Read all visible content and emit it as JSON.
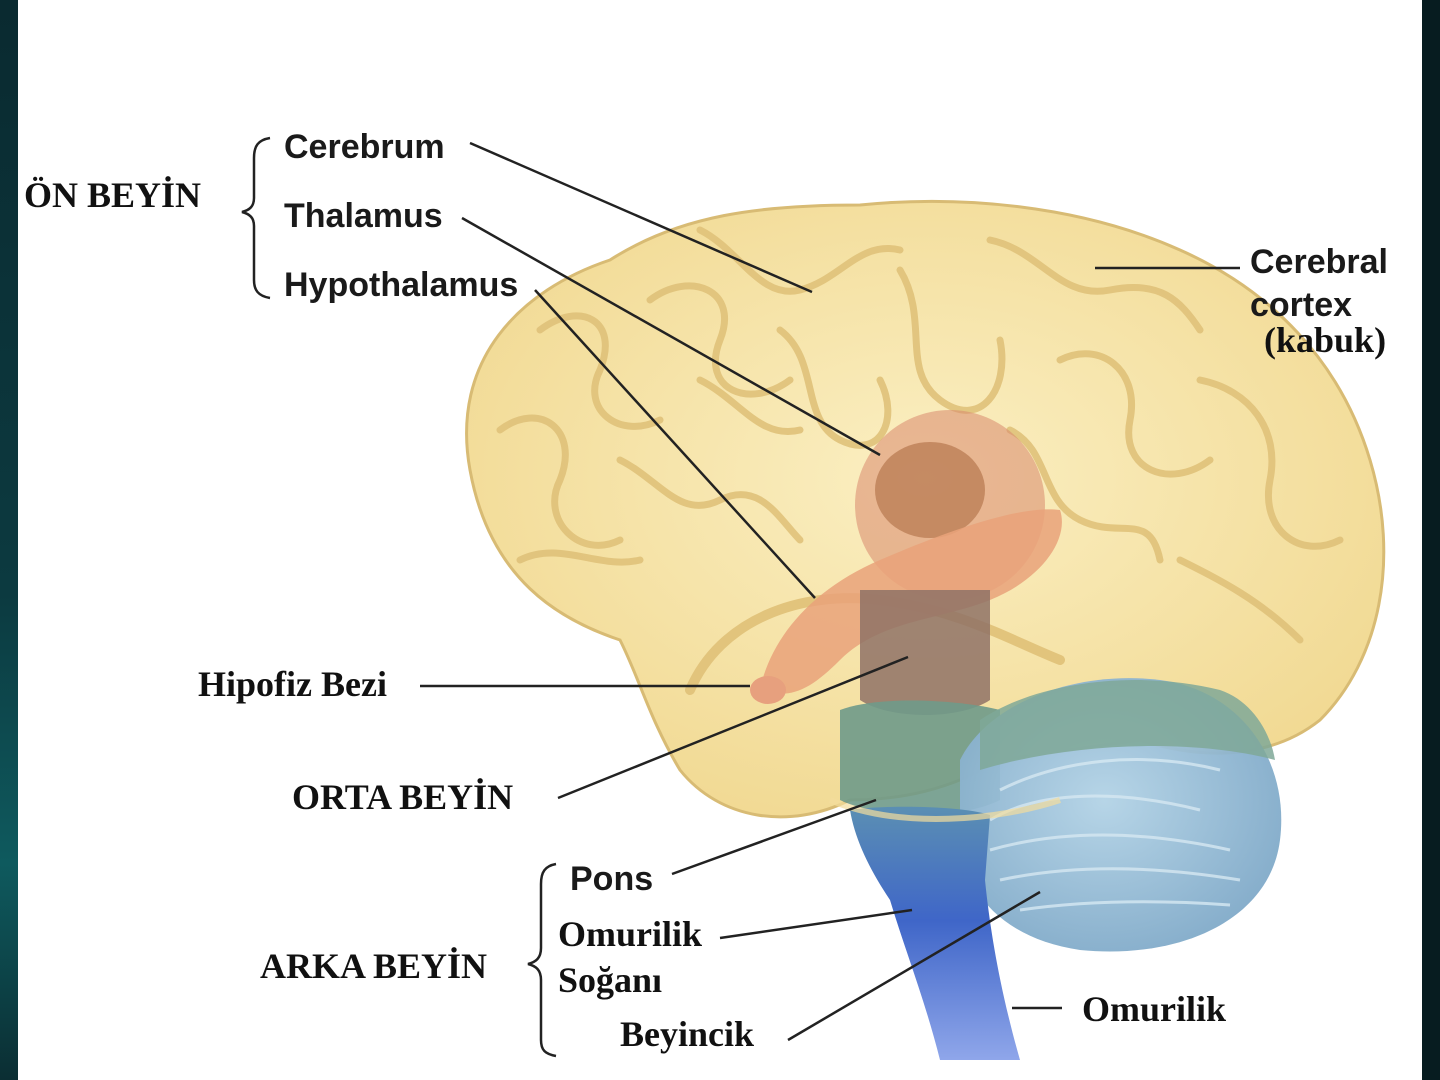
{
  "groups": {
    "forebrain": "ÖN BEYİN",
    "midbrain": "ORTA BEYİN",
    "hindbrain": "ARKA BEYİN"
  },
  "labels": {
    "cerebrum": "Cerebrum",
    "thalamus": "Thalamus",
    "hypothalamus": "Hypothalamus",
    "cortex_line1": "Cerebral",
    "cortex_line2": "cortex",
    "cortex_line3": "(kabuk)",
    "pituitary": "Hipofiz Bezi",
    "pons": "Pons",
    "medulla_line1": "Omurilik",
    "medulla_line2": "Soğanı",
    "cerebellum": "Beyincik",
    "spinal_cord": "Omurilik"
  },
  "colors": {
    "cerebrum": "#f7e3a6",
    "fold": "#e0c27a",
    "thalamus": "#c98a66",
    "hypothalamus": "#e6a07a",
    "midbrain": "#8f7266",
    "pons": "#5d80a6",
    "medulla": "#5b72c9",
    "cerebellum": "#8fb9d6",
    "brainstem_green": "#6f9a8a",
    "background": "#ffffff",
    "frame": "#0b2e33"
  }
}
